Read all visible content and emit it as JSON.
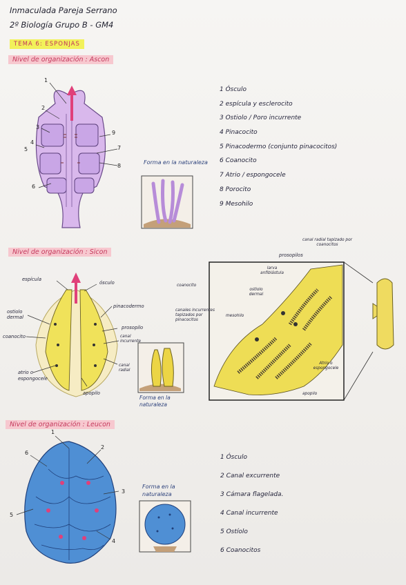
{
  "header": {
    "name": "Inmaculada Pareja Serrano",
    "course": "2º Biología  Grupo B - GM4",
    "topic": "TEMA 6: ESPONJAS"
  },
  "ascon": {
    "heading": "Nivel de organización : Ascon",
    "nature_label": "Forma en la naturaleza",
    "numbers": [
      "1",
      "2",
      "3",
      "4",
      "5",
      "6",
      "7",
      "8",
      "9"
    ],
    "legend": [
      "1  Ósculo",
      "2  espícula y esclerocito",
      "3  Ostiolo / Poro incurrente",
      "4  Pinacocito",
      "5  Pinacodermo (conjunto pinacocitos)",
      "6  Coanocito",
      "7  Atrio / espongocele",
      "8  Porocito",
      "9  Mesohilo"
    ]
  },
  "sicon": {
    "heading": "Nivel de organización : Sicon",
    "nature_label": "Forma en la naturaleza",
    "labels": {
      "espicula": "espícula",
      "osculo": "ósculo",
      "ostiolo_dermal": "ostiolo dermal",
      "coanocito": "coanocito",
      "pinacodermo": "pinacodermo",
      "prosopilo": "prosopilo",
      "canal_incurrente": "canal incurrente",
      "canal_radial": "canal radial",
      "atrio": "atrio o espongocele",
      "apopilo": "apopilo"
    },
    "zoom_labels": {
      "canal_radial_tapizado": "canal radial tapizado por coanocitos",
      "prosopilos": "prosopilos",
      "larva": "larva anfiblástula",
      "coanocito": "coanocito",
      "ostiolo_dermal": "ostiolo dermal",
      "canales_incurrentes": "canales incurrentes tapizados por pinacocitos",
      "mesohilo": "mesohilo",
      "atrio": "Atrio o espongocele",
      "apopilo": "apopilo"
    }
  },
  "leucon": {
    "heading": "Nivel de organización : Leucon",
    "nature_label": "Forma en la naturaleza",
    "numbers": [
      "1",
      "2",
      "3",
      "4",
      "5",
      "6"
    ],
    "legend": [
      "1  Ósculo",
      "2  Canal excurrente",
      "3  Cámara flagelada.",
      "4  Canal incurrente",
      "5  Ostíolo",
      "6  Coanocitos"
    ]
  },
  "colors": {
    "ascon_body": "#d9b8ec",
    "sicon_body": "#f0e25a",
    "leucon_body": "#4f8fd4",
    "accent_pink": "#e0407a",
    "heading_bg": "#f7c8cf",
    "topic_bg": "#f2f15a"
  }
}
